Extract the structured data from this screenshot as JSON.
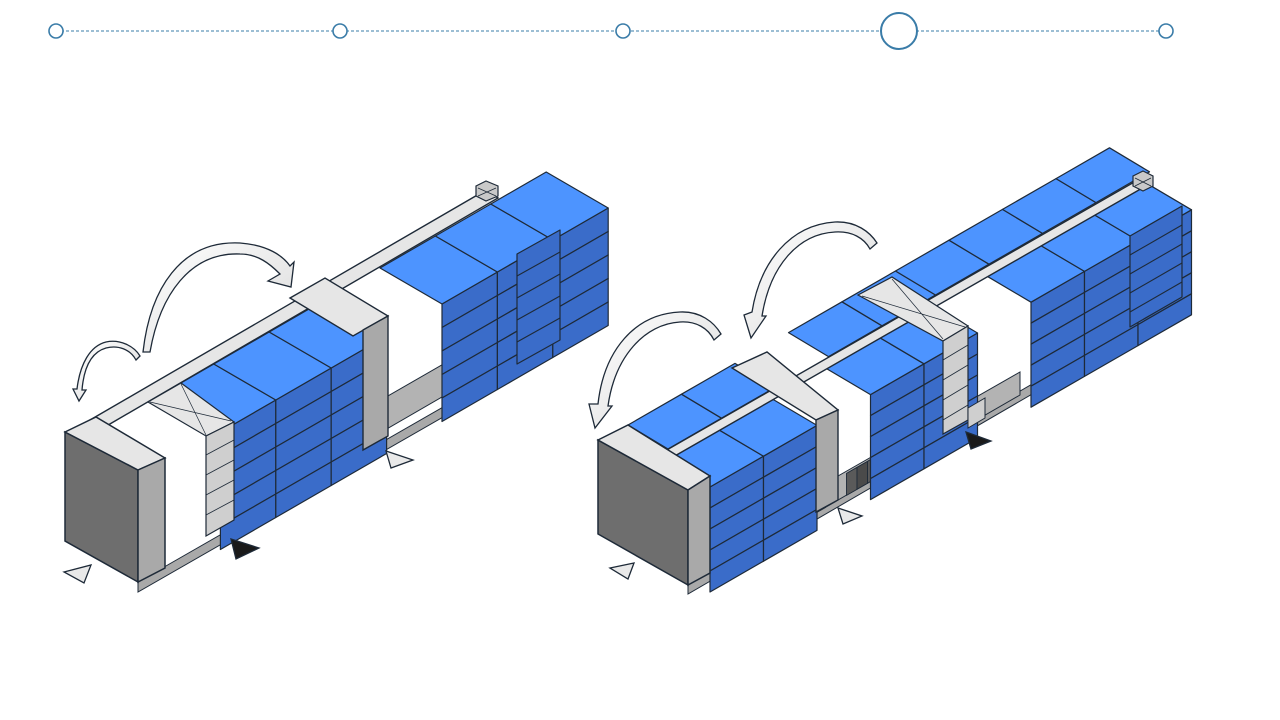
{
  "progress": {
    "steps": 5,
    "current_step": 4,
    "color": "#3a7ca8"
  },
  "colors": {
    "cell_top": "#4d94ff",
    "cell_side": "#3a6cc9",
    "frame_light": "#e6e6e6",
    "frame_mid": "#a9a9a9",
    "end_face": "#6e6e6e",
    "outline": "#1e2a38",
    "pointer_dark": "#1a1a1a",
    "pointer_light": "#e9e9e9"
  },
  "diagrams": [
    {
      "name": "rack-before",
      "rows": 5,
      "columns": 7,
      "lanes": 1,
      "arrows": 2,
      "pointers": [
        "light",
        "dark",
        "light"
      ]
    },
    {
      "name": "rack-after",
      "rows": 5,
      "columns": 9,
      "lanes": 2,
      "arrows": 2,
      "pointers": [
        "light",
        "light",
        "dark"
      ]
    }
  ]
}
